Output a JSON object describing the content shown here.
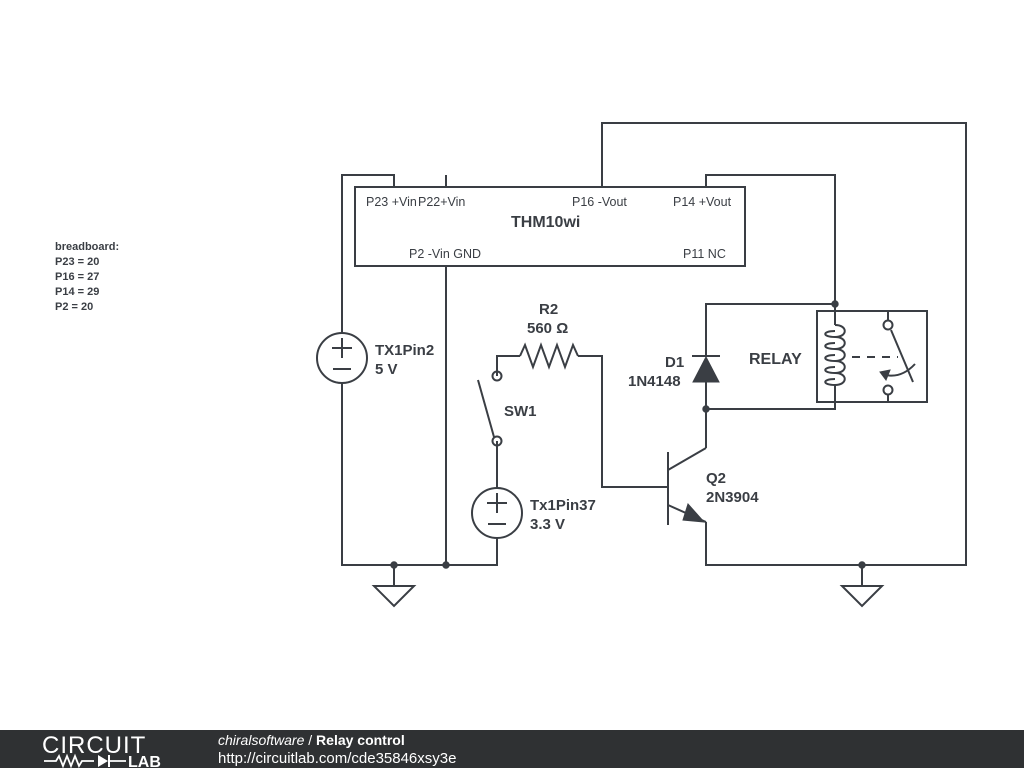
{
  "module": {
    "name": "THM10wi",
    "pins": {
      "p23": "P23 +Vin",
      "p22": "P22+Vin",
      "p16": "P16 -Vout",
      "p14": "P14 +Vout",
      "p2": "P2 -Vin GND",
      "p11": "P11 NC"
    }
  },
  "components": {
    "tx1pin2": {
      "ref": "TX1Pin2",
      "value": "5 V"
    },
    "tx1pin37": {
      "ref": "Tx1Pin37",
      "value": "3.3 V"
    },
    "r2": {
      "ref": "R2",
      "value": "560 Ω"
    },
    "sw1": {
      "ref": "SW1"
    },
    "d1": {
      "ref": "D1",
      "value": "1N4148"
    },
    "q2": {
      "ref": "Q2",
      "value": "2N3904"
    },
    "relay": {
      "ref": "RELAY"
    }
  },
  "notes": {
    "title": "breadboard:",
    "lines": [
      "P23 = 20",
      "P16 = 27",
      "P14 = 29",
      "P2 = 20"
    ]
  },
  "footer": {
    "logo_top": "CIRCUIT",
    "logo_bottom": "LAB",
    "user": "chiralsoftware",
    "separator": " / ",
    "title": "Relay control",
    "url": "http://circuitlab.com/cde35846xsy3e"
  },
  "colors": {
    "ink": "#3a3e44",
    "footer_bg": "#2f3133",
    "footer_text": "#ffffff"
  }
}
